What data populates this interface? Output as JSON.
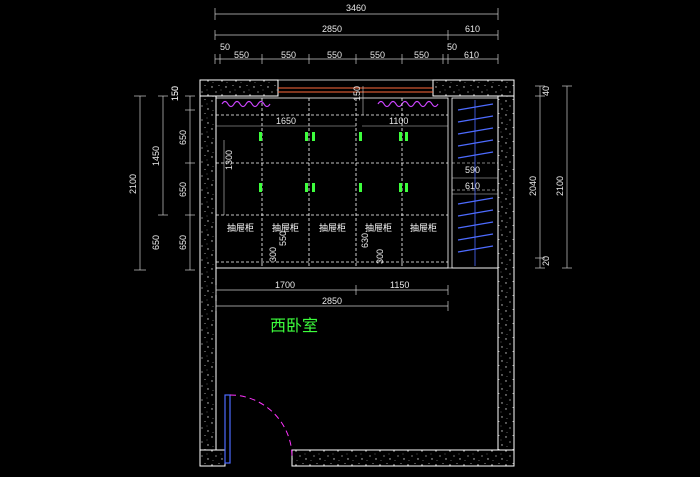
{
  "dimensions_top": {
    "overall": "3460",
    "row2_main": "2850",
    "row2_right": "610",
    "row3": [
      "50",
      "550",
      "550",
      "550",
      "550",
      "550",
      "50",
      "610"
    ]
  },
  "dimensions_inner": {
    "top_left_width": "1650",
    "top_right_width": "1100",
    "left_shelf_height": "1300",
    "right_wardrobe_width_1": "590",
    "right_wardrobe_width_2": "610",
    "top_offset_left": "150",
    "top_offset_mid": "150",
    "low_300_a": "300",
    "low_550": "550",
    "low_630": "630",
    "low_300_b": "300"
  },
  "dimensions_left": {
    "total": "2100",
    "upper": "1450",
    "segments": [
      "150",
      "650",
      "650",
      "650"
    ]
  },
  "dimensions_right": {
    "total": "2100",
    "middle": "2040",
    "top": "40",
    "bottom": "20"
  },
  "dimensions_bottom": {
    "left": "1700",
    "right": "1150",
    "overall": "2850"
  },
  "drawer_labels": [
    "抽屉柜",
    "抽屉柜",
    "抽屉柜",
    "抽屉柜",
    "抽屉柜"
  ],
  "room_name": "西卧室",
  "colors": {
    "background": "#000000",
    "lines": "#ffffff",
    "dimension_text": "#e8e8e8",
    "handles": "#3dff3d",
    "room_label": "#3dff3d",
    "door_arc": "#ff33ff",
    "door_leaf": "#4d6bff",
    "wardrobe_hangers": "#4d6bff",
    "curtain_wave": "#cc44ff",
    "curtain_rail": "#ff6a3d"
  }
}
